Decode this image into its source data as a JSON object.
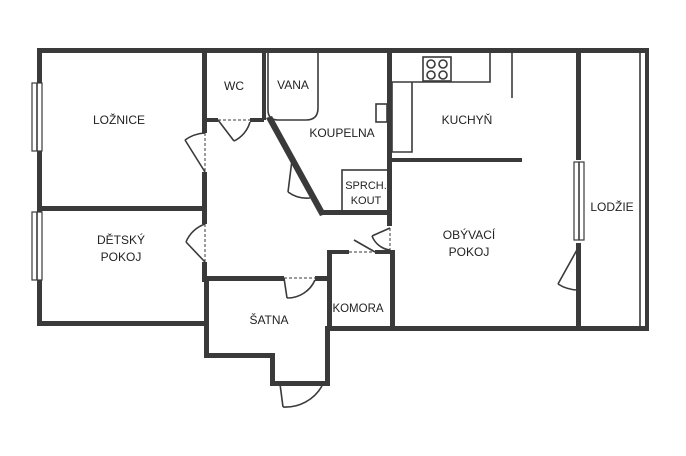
{
  "rooms": {
    "loznice": "LOŽNICE",
    "wc": "WC",
    "vana": "VANA",
    "koupelna": "KOUPELNA",
    "kuchyn": "KUCHYŇ",
    "sprch_line1": "SPRCH.",
    "sprch_line2": "KOUT",
    "detsky_line1": "DĚTSKÝ",
    "detsky_line2": "POKOJ",
    "obyvaci_line1": "OBÝVACÍ",
    "obyvaci_line2": "POKOJ",
    "lodzie": "LODŽIE",
    "satna": "ŠATNA",
    "komora": "KOMORA"
  }
}
